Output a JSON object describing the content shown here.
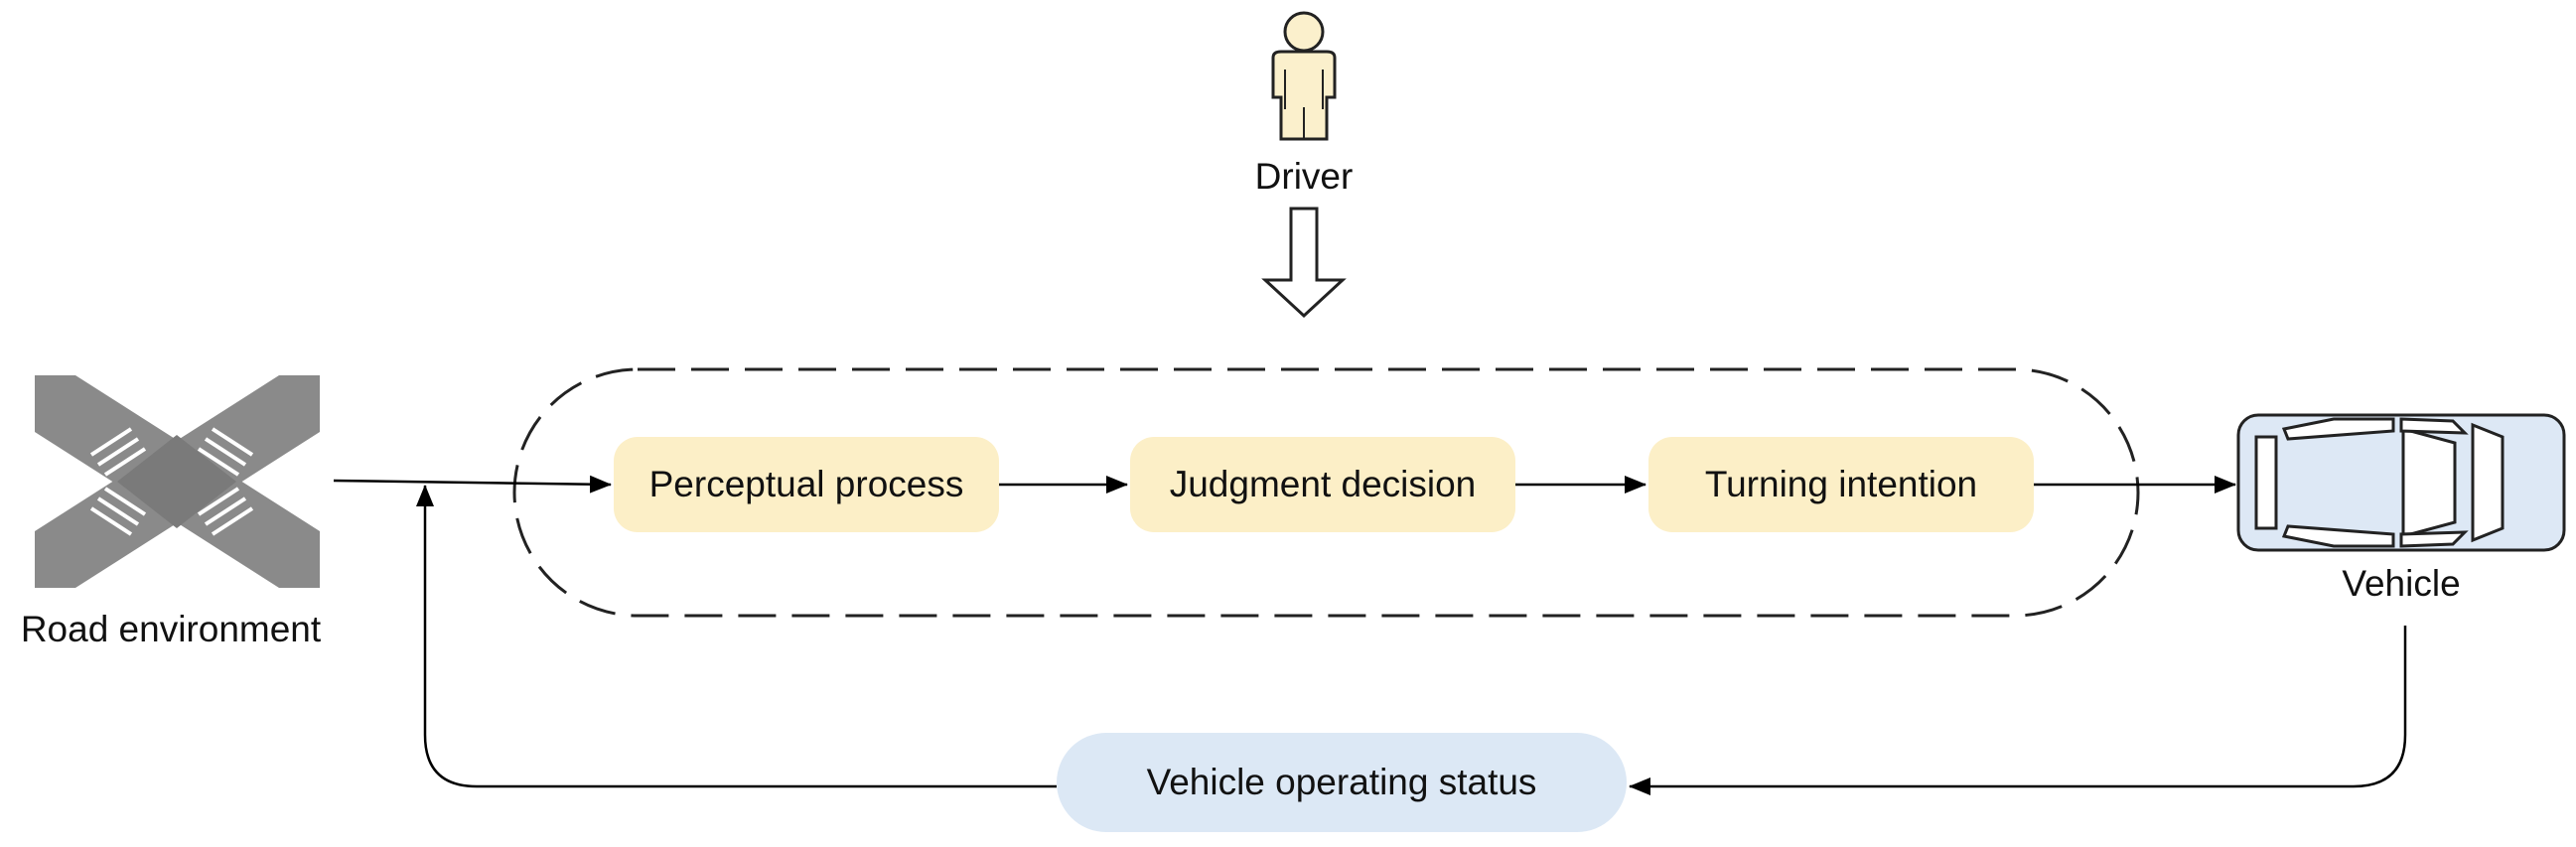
{
  "driver": {
    "label": "Driver",
    "icon": "person-icon",
    "color": "#fbf0cc"
  },
  "road": {
    "label": "Road environment",
    "icon": "intersection-icon",
    "color": "#8a8a8a"
  },
  "vehicle": {
    "label": "Vehicle",
    "icon": "car-icon",
    "color": "#dde8f5"
  },
  "process": {
    "steps": [
      {
        "label": "Perceptual process"
      },
      {
        "label": "Judgment decision"
      },
      {
        "label": "Turning intention"
      }
    ],
    "step_color": "#fcefc7"
  },
  "feedback": {
    "label": "Vehicle operating status",
    "color": "#dce8f5"
  }
}
